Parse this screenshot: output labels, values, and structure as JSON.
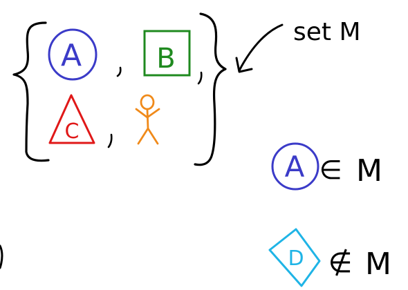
{
  "set_label": "set M",
  "set_name": "M",
  "elements": [
    {
      "letter": "A",
      "shape": "circle",
      "color": "#3b3bc8"
    },
    {
      "letter": "B",
      "shape": "square",
      "color": "#1f8a1f"
    },
    {
      "letter": "C",
      "shape": "triangle",
      "color": "#e01818"
    },
    {
      "letter": "",
      "shape": "stick-figure",
      "color": "#f08a1a"
    }
  ],
  "relations": [
    {
      "letter": "A",
      "shape": "circle",
      "symbol": "∈",
      "set": "M",
      "color": "#3b3bc8"
    },
    {
      "letter": "D",
      "shape": "diamond",
      "symbol": "∉",
      "set": "M",
      "color": "#1fb4e6"
    }
  ],
  "ink_color": "#000000"
}
